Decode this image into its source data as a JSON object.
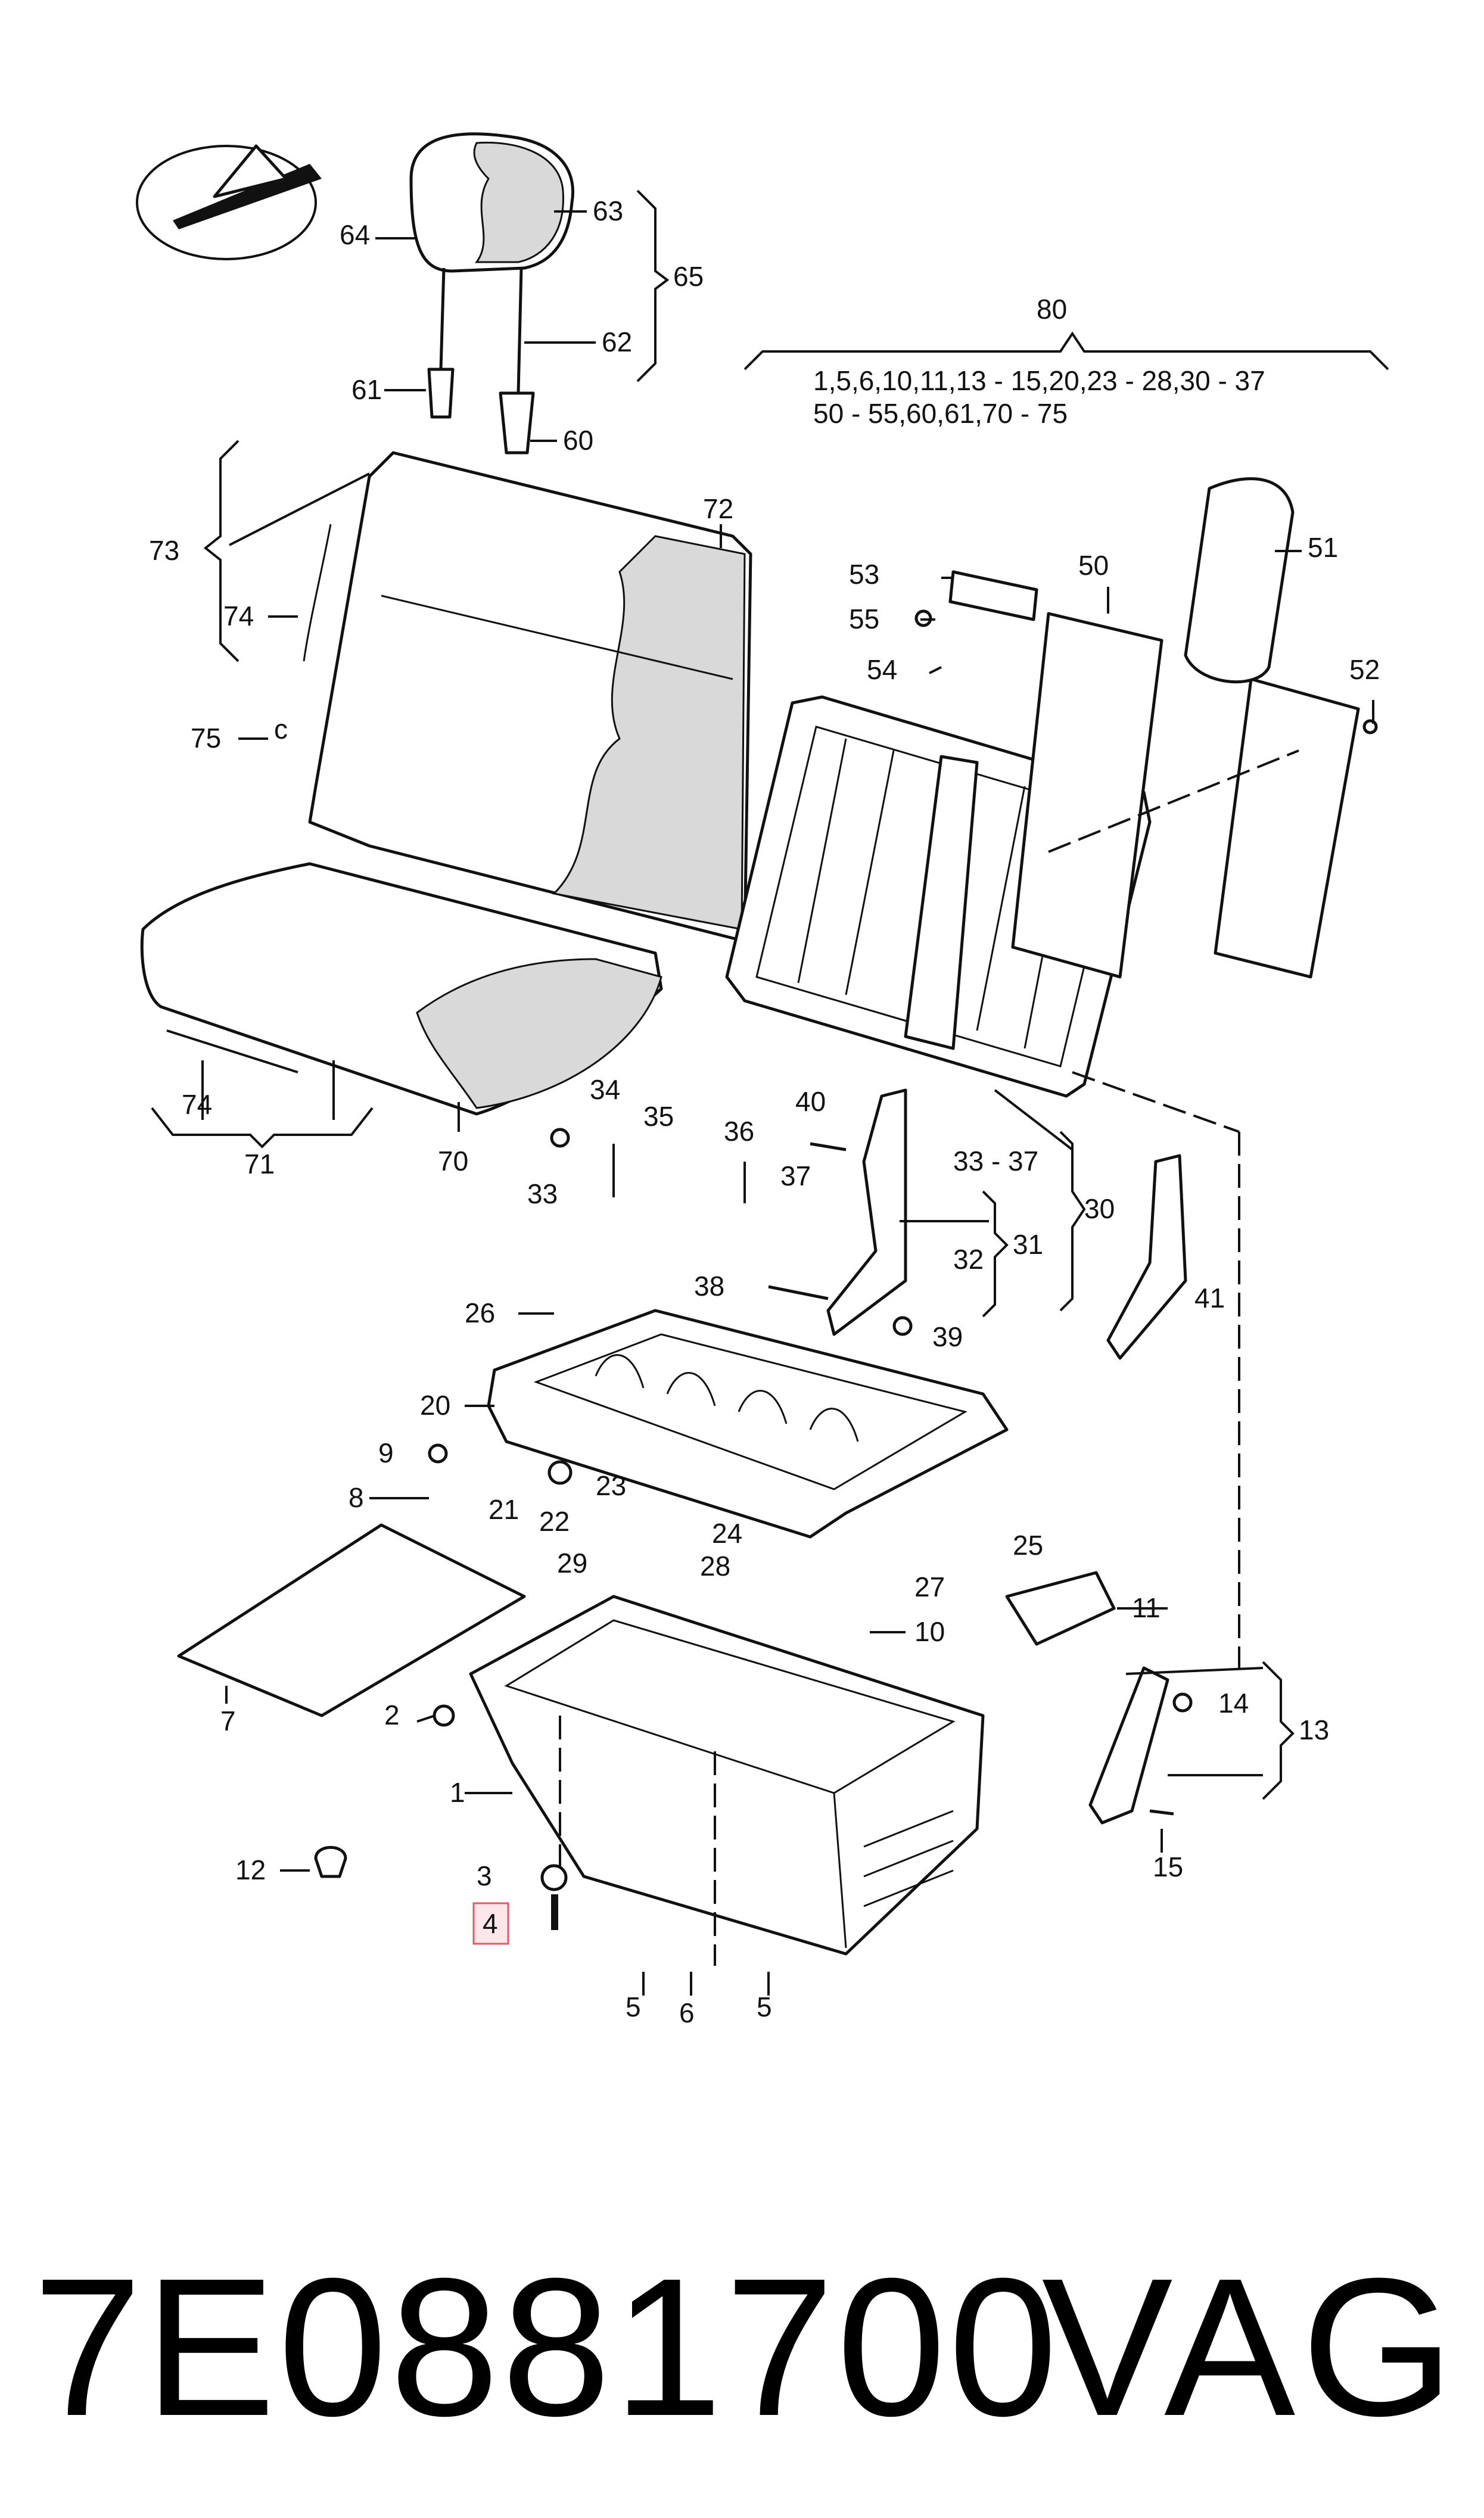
{
  "labels": {
    "l1": "1",
    "l2": "2",
    "l3": "3",
    "l4": "4",
    "l5a": "5",
    "l5b": "5",
    "l6": "6",
    "l7": "7",
    "l8": "8",
    "l9": "9",
    "l10": "10",
    "l11": "11",
    "l12": "12",
    "l13": "13",
    "l14": "14",
    "l15": "15",
    "l20": "20",
    "l21": "21",
    "l22": "22",
    "l23": "23",
    "l24": "24",
    "l25": "25",
    "l26": "26",
    "l27": "27",
    "l28": "28",
    "l29": "29",
    "l30": "30",
    "l31": "31",
    "l32": "32",
    "l33a": "33",
    "l3337": "33 - 37",
    "l34": "34",
    "l35": "35",
    "l36": "36",
    "l37": "37",
    "l38": "38",
    "l39": "39",
    "l40": "40",
    "l41": "41",
    "l50": "50",
    "l51": "51",
    "l52": "52",
    "l53": "53",
    "l54": "54",
    "l55": "55",
    "l60": "60",
    "l61": "61",
    "l62": "62",
    "l63": "63",
    "l64": "64",
    "l65": "65",
    "l70": "70",
    "l71": "71",
    "l72": "72",
    "l73": "73",
    "l74a": "74",
    "l74b": "74",
    "l75": "75",
    "l80": "80",
    "l80_line1": "1,5,6,10,11,13 - 15,20,23 - 28,30 - 37",
    "l80_line2": "50 - 55,60,61,70 - 75"
  },
  "highlighted_label": "4",
  "part_number": "7E0881700",
  "brand": "VAG"
}
